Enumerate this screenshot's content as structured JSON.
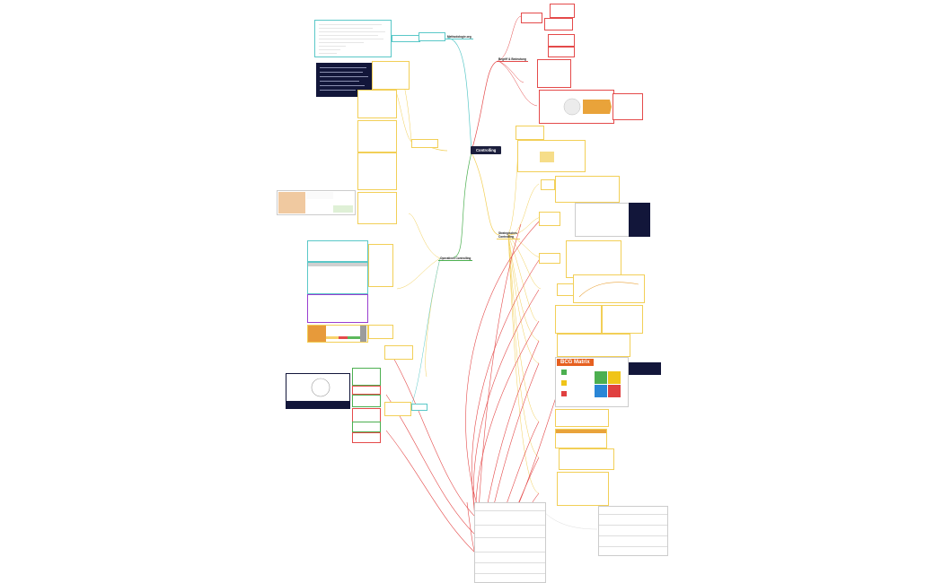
{
  "mindmap": {
    "central": "Controlling",
    "branches": {
      "methodologie": "Methodologie.org",
      "begriff": "Begriff & Bedeutung",
      "strategisches": "Strategisches Controlling",
      "operatives": "Operatives Controlling"
    },
    "bcg_title": "BCG Matrix",
    "colors": {
      "central": "#1b1e3c",
      "yellow": "#f2cf57",
      "teal": "#5ac8c8",
      "red": "#e44a4a",
      "green": "#4caf50",
      "orange": "#e66020",
      "purple": "#9a3fd0"
    }
  }
}
